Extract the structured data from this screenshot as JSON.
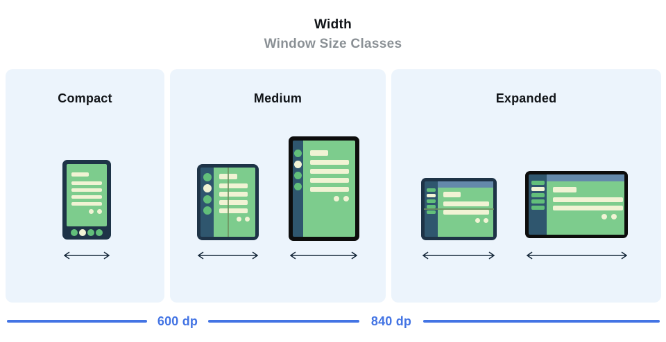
{
  "header": {
    "title": "Width",
    "subtitle": "Window Size Classes"
  },
  "panels": [
    {
      "id": "compact",
      "label": "Compact",
      "devices": [
        {
          "type": "phone"
        }
      ]
    },
    {
      "id": "medium",
      "label": "Medium",
      "devices": [
        {
          "type": "open-foldable"
        },
        {
          "type": "portrait-tablet"
        }
      ]
    },
    {
      "id": "expanded",
      "label": "Expanded",
      "devices": [
        {
          "type": "landscape-foldable"
        },
        {
          "type": "landscape-tablet"
        }
      ]
    }
  ],
  "axis": {
    "breakpoints": [
      {
        "label": "600 dp"
      },
      {
        "label": "840 dp"
      }
    ]
  },
  "icons": {
    "width_arrow": "double-headed-horizontal-arrow"
  },
  "colors": {
    "accent-blue": "#4374e4",
    "panel-bg": "#ecf4fc",
    "subtitle-gray": "#8a9095",
    "text-dark": "#111418",
    "frame-navy": "#1e3347",
    "frame-black": "#0d0d0d",
    "rail-navy": "#2f566e",
    "screen-green": "#7dcc8d",
    "line-cream": "#f1f3d4",
    "circle-green": "#62bf7a",
    "topbar-blue": "#6489ab",
    "fold-green": "#6e9360",
    "arrow-dark": "#17293b"
  }
}
